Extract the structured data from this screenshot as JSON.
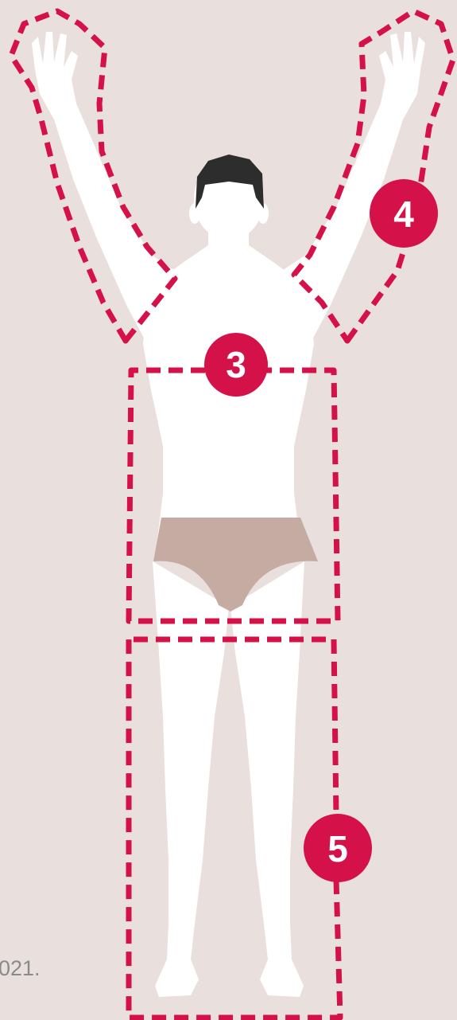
{
  "colors": {
    "background": "#E9DFDD",
    "body": "#FFFFFF",
    "hair": "#2D2D2D",
    "underwear": "#C5ABA1",
    "outline": "#D41149",
    "badge": "#D41149",
    "badge_text": "#FFFFFF",
    "year_text": "#8A8A8A"
  },
  "regions": [
    {
      "label": "3",
      "name": "trunk"
    },
    {
      "label": "4",
      "name": "arms"
    },
    {
      "label": "5",
      "name": "legs"
    }
  ],
  "year_fragment": "021."
}
